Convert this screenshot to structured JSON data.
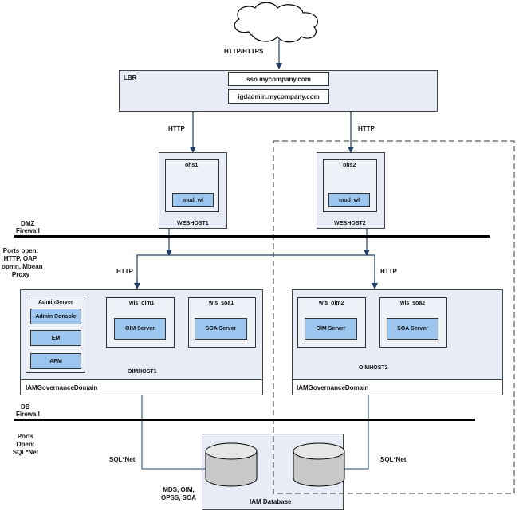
{
  "internet": {
    "protocol": "HTTP/HTTPS"
  },
  "lbr": {
    "label": "LBR",
    "endpoints": [
      "sso.mycompany.com",
      "igdadmin.mycompany.com"
    ],
    "left_protocol": "HTTP",
    "right_protocol": "HTTP"
  },
  "webhost1": {
    "name": "WEBHOST1",
    "ohs": "ohs1",
    "module": "mod_wl"
  },
  "webhost2": {
    "name": "WEBHOST2",
    "ohs": "ohs2",
    "module": "mod_wl"
  },
  "dmz": {
    "label1": "DMZ",
    "label2": "Firewall"
  },
  "ports_open_http": {
    "lines": [
      "Ports open:",
      "HTTP, OAP,",
      "opmn, Mbean",
      "Proxy"
    ]
  },
  "oimhost1": {
    "name": "OIMHOST1",
    "protocol": "HTTP",
    "domain": "IAMGovernanceDomain",
    "admin_server": {
      "title": "AdminServer",
      "items": [
        "Admin Console",
        "EM",
        "APM"
      ]
    },
    "wls_oim": {
      "title": "wls_oim1",
      "server": "OIM Server"
    },
    "wls_soa": {
      "title": "wls_soa1",
      "server": "SOA Server"
    }
  },
  "oimhost2": {
    "name": "OIMHOST2",
    "protocol": "HTTP",
    "domain": "IAMGovernanceDomain",
    "wls_oim": {
      "title": "wls_oim2",
      "server": "OIM Server"
    },
    "wls_soa": {
      "title": "wls_soa2",
      "server": "SOA Server"
    }
  },
  "db_firewall": {
    "label1": "DB",
    "label2": "Firewall"
  },
  "ports_open_sql": {
    "lines": [
      "Ports",
      "Open:",
      "SQL*Net"
    ]
  },
  "database": {
    "label": "IAM Database",
    "left_protocol": "SQL*Net",
    "right_protocol": "SQL*Net",
    "schemas": [
      "MDS, OIM,",
      "OPSS, SOA"
    ]
  }
}
